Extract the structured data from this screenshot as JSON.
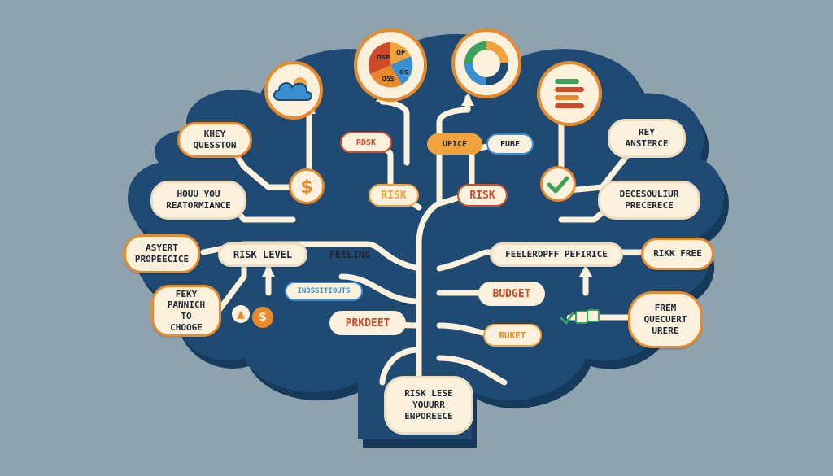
{
  "colors": {
    "background": "#8ea3ad",
    "brain": "#1f4a73",
    "brain_shadow": "#163a5c",
    "branch": "#fbf1dc",
    "accent_orange": "#e88a2c",
    "accent_red": "#d04a2a",
    "accent_blue": "#3a8fd0",
    "accent_green": "#3aa35a"
  },
  "left": {
    "key_question": "KHEY\nQUESSTON",
    "how_you": "HOUU YOU\nREATORMIANCE",
    "asyert": "ASYERT\nPROPEECICE",
    "risk_level": "RISK LEVEL",
    "feeling": "FEELING",
    "feky": "FEKY\nPANNICH TO\nCHOOGE",
    "inossitiouts": "INOSSITIOUTS",
    "prkdeet": "PRKDEET"
  },
  "center": {
    "rdsk": "RDSK",
    "upice": "UPICE",
    "fube": "FUBE",
    "risk_1": "RISK",
    "risk_2": "RISK",
    "root": "RISK LESE\nYOUURR\nENPOREECE"
  },
  "right": {
    "rey": "REY\nANSTERCE",
    "decesoulur": "DECESOULIUR\nPRECERECE",
    "feeleropff": "FEELEROPFF PEFIRICE",
    "rikk_free": "RIKK FREE",
    "budget": "BUDGET",
    "ruket": "RUKET",
    "frem": "FREM\nQUECUERT\nURERE"
  },
  "pie_labels": [
    "OSP",
    "OP",
    "OSS",
    "OS"
  ],
  "icons": {
    "cloud": "cloud-icon",
    "pie": "pie-chart-icon",
    "donut": "donut-chart-icon",
    "bars": "stacked-bars-icon",
    "dollar": "dollar-coin-icon",
    "check": "checkmark-icon",
    "fire": "fire-icon",
    "money": "money-bag-icon",
    "cards": "cards-icon"
  }
}
